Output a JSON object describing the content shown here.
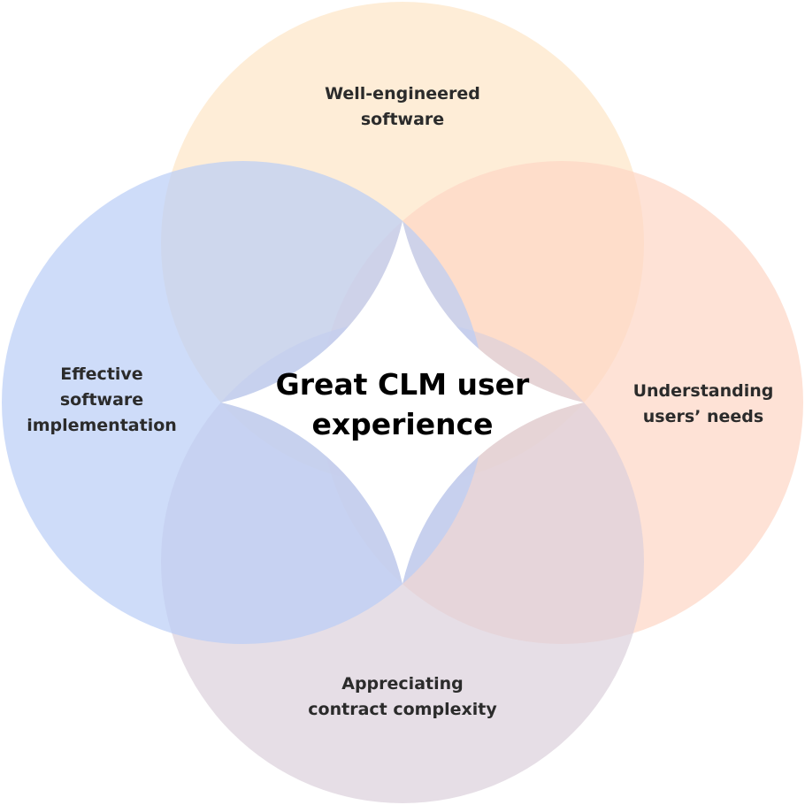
{
  "diagram": {
    "center": {
      "lines": [
        "Great CLM user",
        "experience"
      ]
    },
    "circles": [
      {
        "id": "top",
        "lines": [
          "Well-engineered",
          "software"
        ],
        "color": "#fde5c6"
      },
      {
        "id": "right",
        "lines": [
          "Understanding",
          "users’ needs"
        ],
        "color": "#fdd6c4"
      },
      {
        "id": "bottom",
        "lines": [
          "Appreciating",
          "contract complexity"
        ],
        "color": "#dcd0db"
      },
      {
        "id": "left",
        "lines": [
          "Effective",
          "software",
          "implementation"
        ],
        "color": "#b9cdf6"
      }
    ],
    "center_color": "#ffffff",
    "text_color": "#2b2b2b"
  }
}
